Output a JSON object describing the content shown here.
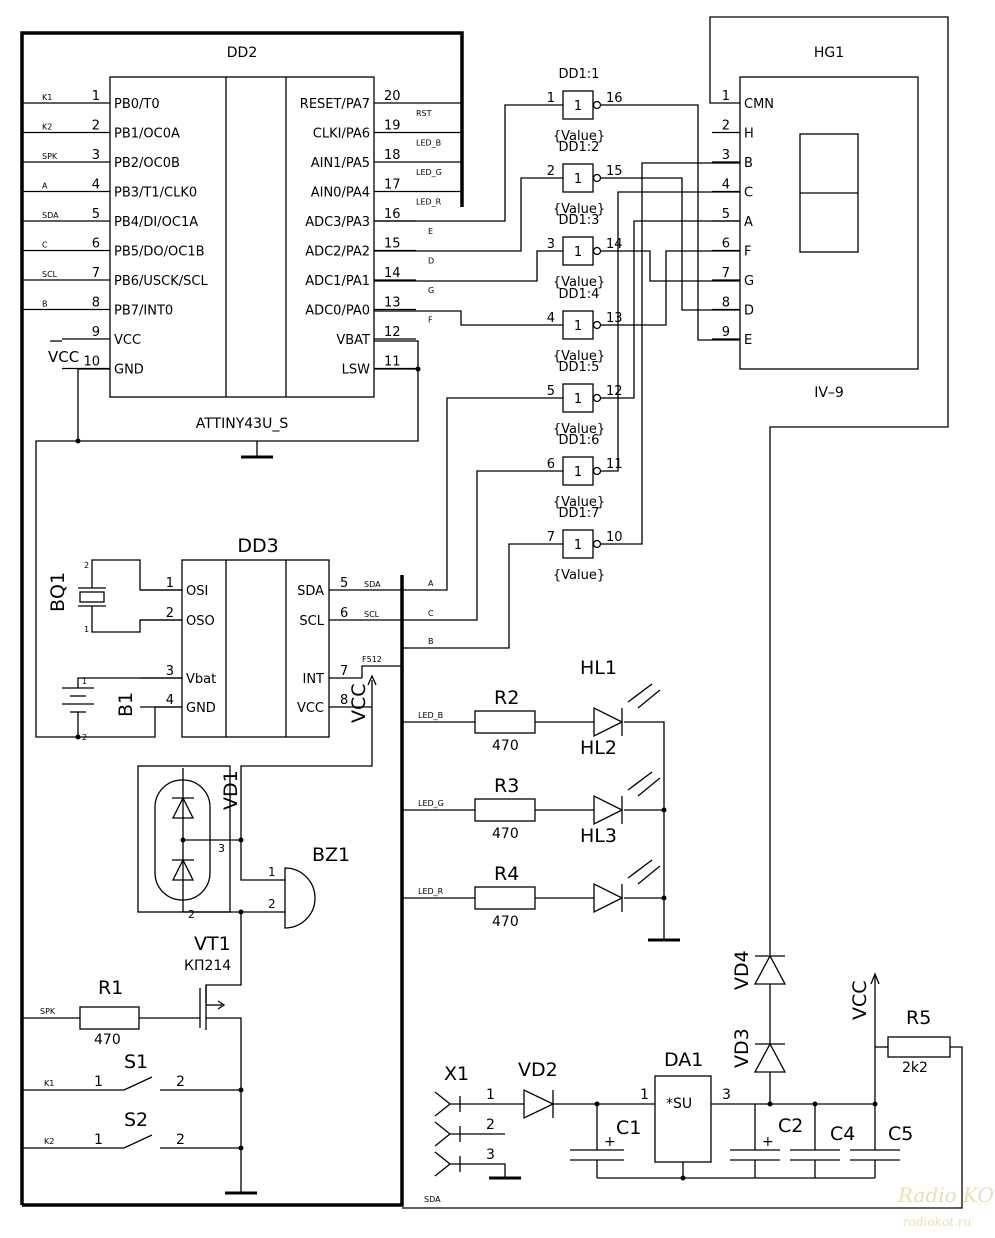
{
  "dd2": {
    "ref": "DD2",
    "part": "ATTINY43U_S",
    "left_pins": [
      {
        "num": "1",
        "name": "PB0/T0",
        "net": "K1"
      },
      {
        "num": "2",
        "name": "PB1/OC0A",
        "net": "K2"
      },
      {
        "num": "3",
        "name": "PB2/OC0B",
        "net": "SPK"
      },
      {
        "num": "4",
        "name": "PB3/T1/CLK0",
        "net": "A"
      },
      {
        "num": "5",
        "name": "PB4/DI/OC1A",
        "net": "SDA"
      },
      {
        "num": "6",
        "name": "PB5/DO/OC1B",
        "net": "C"
      },
      {
        "num": "7",
        "name": "PB6/USCK/SCL",
        "net": "SCL"
      },
      {
        "num": "8",
        "name": "PB7/INT0",
        "net": "B"
      },
      {
        "num": "9",
        "name": "VCC",
        "net": ""
      },
      {
        "num": "10",
        "name": "GND",
        "net": ""
      }
    ],
    "right_pins": [
      {
        "num": "20",
        "name": "RESET/PA7",
        "net": "RST"
      },
      {
        "num": "19",
        "name": "CLKI/PA6",
        "net": "LED_B"
      },
      {
        "num": "18",
        "name": "AIN1/PA5",
        "net": "LED_G"
      },
      {
        "num": "17",
        "name": "AIN0/PA4",
        "net": "LED_R"
      },
      {
        "num": "16",
        "name": "ADC3/PA3",
        "net": "E"
      },
      {
        "num": "15",
        "name": "ADC2/PA2",
        "net": "D"
      },
      {
        "num": "14",
        "name": "ADC1/PA1",
        "net": "G"
      },
      {
        "num": "13",
        "name": "ADC0/PA0",
        "net": "F"
      },
      {
        "num": "12",
        "name": "VBAT",
        "net": ""
      },
      {
        "num": "11",
        "name": "LSW",
        "net": ""
      }
    ],
    "vcc_label": "VCC"
  },
  "dd1": {
    "gate_text": "1",
    "value_text": "{Value}",
    "gates": [
      {
        "ref": "DD1:1",
        "in": "1",
        "out": "16"
      },
      {
        "ref": "DD1:2",
        "in": "2",
        "out": "15"
      },
      {
        "ref": "DD1:3",
        "in": "3",
        "out": "14"
      },
      {
        "ref": "DD1:4",
        "in": "4",
        "out": "13"
      },
      {
        "ref": "DD1:5",
        "in": "5",
        "out": "12"
      },
      {
        "ref": "DD1:6",
        "in": "6",
        "out": "11"
      },
      {
        "ref": "DD1:7",
        "in": "7",
        "out": "10"
      }
    ]
  },
  "hg1": {
    "ref": "HG1",
    "part": "IV–9",
    "pins": [
      {
        "num": "1",
        "name": "CMN"
      },
      {
        "num": "2",
        "name": "H"
      },
      {
        "num": "3",
        "name": "B"
      },
      {
        "num": "4",
        "name": "C"
      },
      {
        "num": "5",
        "name": "A"
      },
      {
        "num": "6",
        "name": "F"
      },
      {
        "num": "7",
        "name": "G"
      },
      {
        "num": "8",
        "name": "D"
      },
      {
        "num": "9",
        "name": "E"
      }
    ]
  },
  "dd3": {
    "ref": "DD3",
    "left_pins": [
      {
        "num": "1",
        "name": "OSI"
      },
      {
        "num": "2",
        "name": "OSO"
      },
      {
        "num": "3",
        "name": "Vbat"
      },
      {
        "num": "4",
        "name": "GND"
      }
    ],
    "right_pins": [
      {
        "num": "5",
        "name": "SDA",
        "net": "SDA"
      },
      {
        "num": "6",
        "name": "SCL",
        "net": "SCL"
      },
      {
        "num": "7",
        "name": "INT",
        "net": "F512"
      },
      {
        "num": "8",
        "name": "VCC",
        "net": ""
      }
    ],
    "bus_nets": [
      "A",
      "C",
      "B"
    ],
    "vcc_label": "VCC"
  },
  "bq1": {
    "ref": "BQ1",
    "pin1": "1",
    "pin2": "2"
  },
  "b1": {
    "ref": "B1",
    "pin1": "1",
    "pin2": "2"
  },
  "leds": [
    {
      "led": "HL1",
      "res": "R2",
      "val": "470",
      "net": "LED_B"
    },
    {
      "led": "HL2",
      "res": "R3",
      "val": "470",
      "net": "LED_G"
    },
    {
      "led": "HL3",
      "res": "R4",
      "val": "470",
      "net": "LED_R"
    }
  ],
  "vd1": {
    "ref": "VD1",
    "pin3": "3",
    "pin2": "2"
  },
  "bz1": {
    "ref": "BZ1",
    "pin1": "1",
    "pin2": "2"
  },
  "vt1": {
    "ref": "VT1",
    "part": "КП214"
  },
  "r1": {
    "ref": "R1",
    "val": "470",
    "net": "SPK"
  },
  "s1": {
    "ref": "S1",
    "net": "K1",
    "p1": "1",
    "p2": "2"
  },
  "s2": {
    "ref": "S2",
    "net": "K2",
    "p1": "1",
    "p2": "2"
  },
  "power": {
    "x1": "X1",
    "x1_pins": [
      "1",
      "2",
      "3"
    ],
    "vd2": "VD2",
    "vd3": "VD3",
    "vd4": "VD4",
    "da1": "DA1",
    "da1_part": "*SU",
    "da1_in": "1",
    "da1_out": "3",
    "c1": "C1",
    "c2": "C2",
    "c4": "C4",
    "c5": "C5",
    "r5": "R5",
    "r5_val": "2k2",
    "vcc": "VCC",
    "sda_net": "SDA"
  },
  "watermark": {
    "line1": "Radio KOT",
    "line2": "radiokot.ru"
  }
}
